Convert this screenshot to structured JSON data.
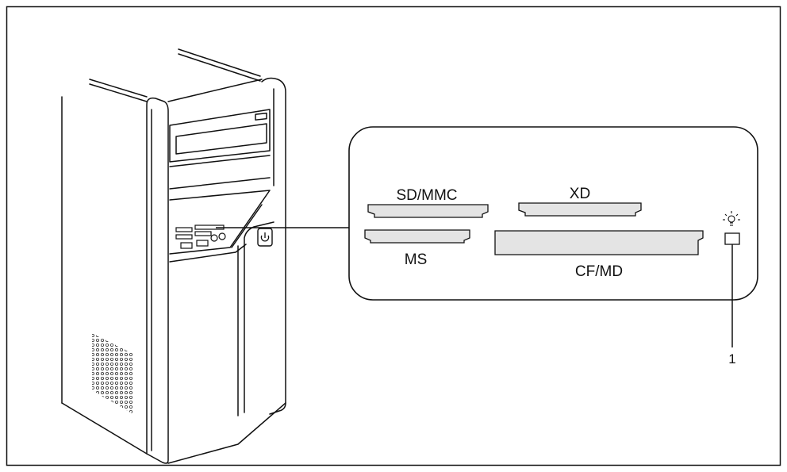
{
  "colors": {
    "line": "#111111",
    "slot_fill": "#e4e4e4",
    "background": "#ffffff"
  },
  "callout": {
    "labels": {
      "sd_mmc": "SD/MMC",
      "xd": "XD",
      "ms": "MS",
      "cf_md": "CF/MD"
    },
    "indicator_number": "1"
  },
  "icons": {
    "power": "power-icon",
    "activity_led": "light-bulb-icon"
  }
}
